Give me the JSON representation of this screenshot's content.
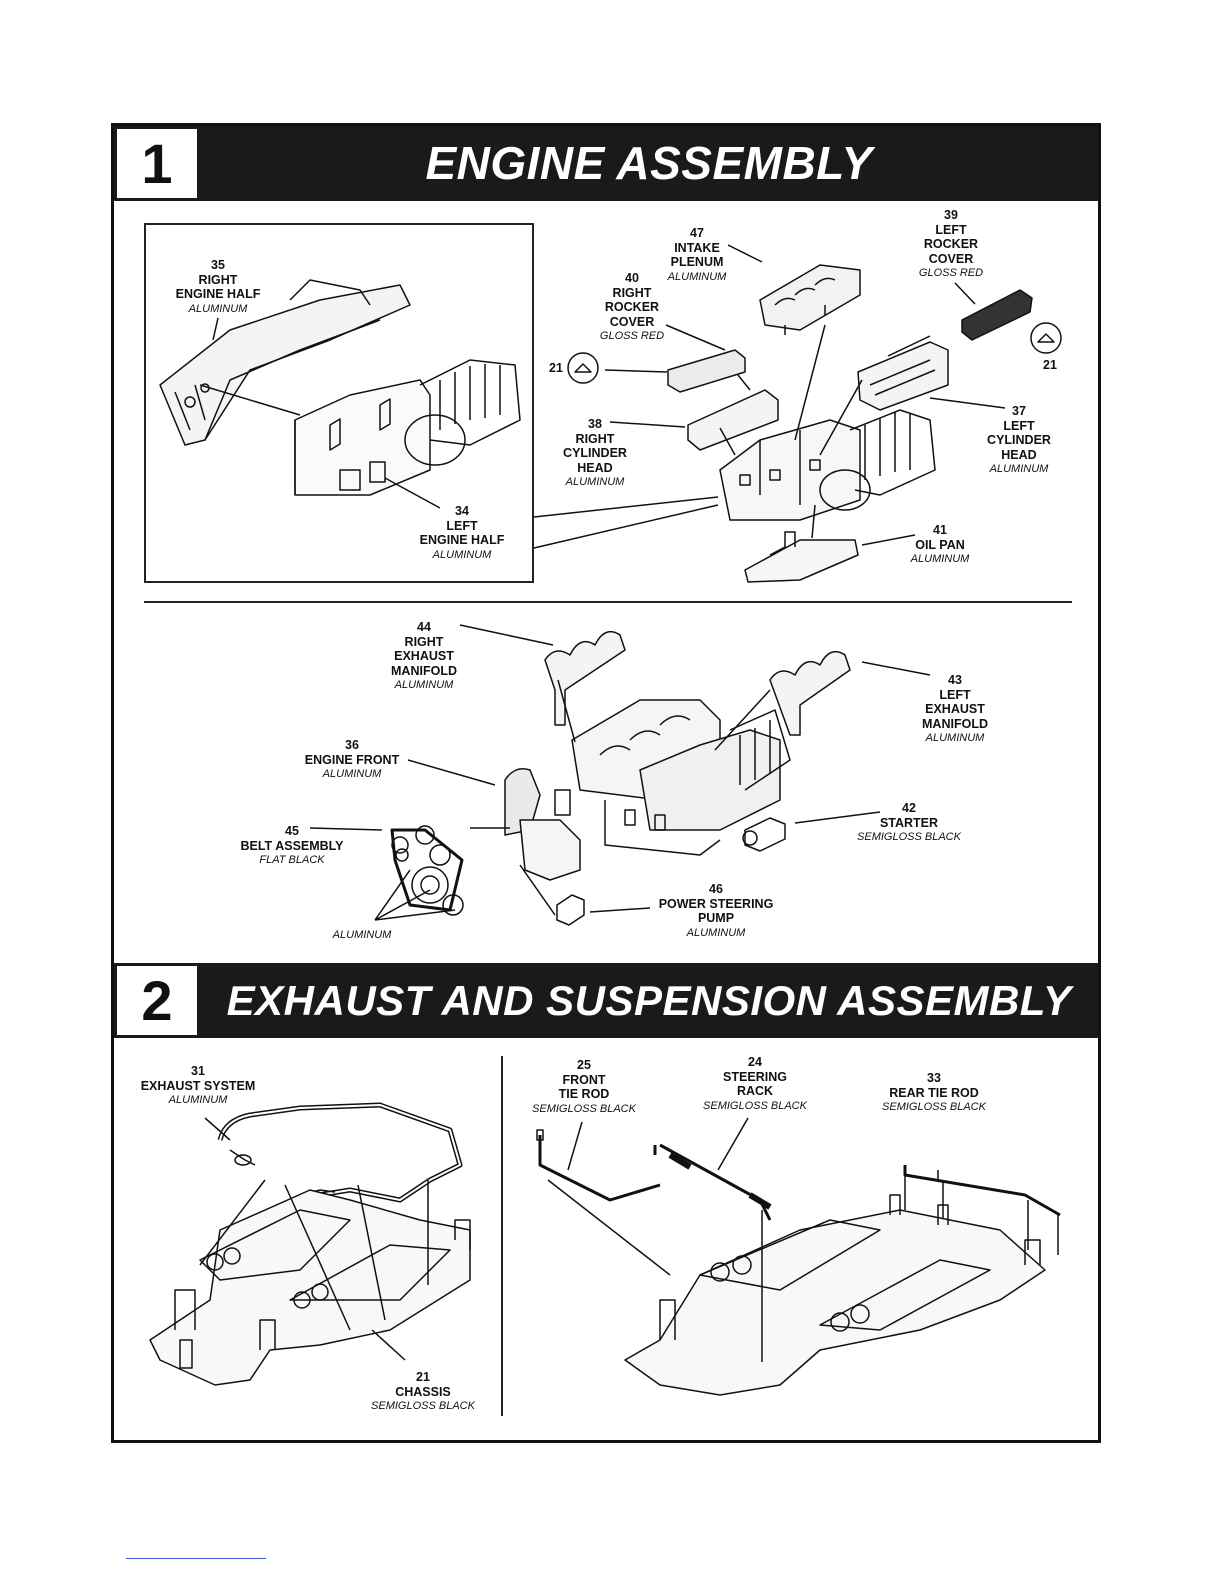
{
  "steps": [
    {
      "number": "1",
      "title": "ENGINE ASSEMBLY"
    },
    {
      "number": "2",
      "title": "EXHAUST AND SUSPENSION ASSEMBLY"
    }
  ],
  "parts": {
    "p35": {
      "num": "35",
      "name": [
        "RIGHT",
        "ENGINE HALF"
      ],
      "material": "ALUMINUM"
    },
    "p34": {
      "num": "34",
      "name": [
        "LEFT",
        "ENGINE HALF"
      ],
      "material": "ALUMINUM"
    },
    "p47": {
      "num": "47",
      "name": [
        "INTAKE",
        "PLENUM"
      ],
      "material": "ALUMINUM"
    },
    "p40": {
      "num": "40",
      "name": [
        "RIGHT",
        "ROCKER",
        "COVER"
      ],
      "material": "GLOSS RED"
    },
    "p39": {
      "num": "39",
      "name": [
        "LEFT",
        "ROCKER",
        "COVER"
      ],
      "material": "GLOSS RED"
    },
    "p21a": {
      "num": "21"
    },
    "p21b": {
      "num": "21"
    },
    "p38": {
      "num": "38",
      "name": [
        "RIGHT",
        "CYLINDER",
        "HEAD"
      ],
      "material": "ALUMINUM"
    },
    "p37": {
      "num": "37",
      "name": [
        "LEFT",
        "CYLINDER",
        "HEAD"
      ],
      "material": "ALUMINUM"
    },
    "p41": {
      "num": "41",
      "name": [
        "OIL PAN"
      ],
      "material": "ALUMINUM"
    },
    "p44": {
      "num": "44",
      "name": [
        "RIGHT",
        "EXHAUST",
        "MANIFOLD"
      ],
      "material": "ALUMINUM"
    },
    "p43": {
      "num": "43",
      "name": [
        "LEFT",
        "EXHAUST",
        "MANIFOLD"
      ],
      "material": "ALUMINUM"
    },
    "p36": {
      "num": "36",
      "name": [
        "ENGINE FRONT"
      ],
      "material": "ALUMINUM"
    },
    "p42": {
      "num": "42",
      "name": [
        "STARTER"
      ],
      "material": "SEMIGLOSS BLACK"
    },
    "p45": {
      "num": "45",
      "name": [
        "BELT ASSEMBLY"
      ],
      "material": "FLAT BLACK"
    },
    "p46": {
      "num": "46",
      "name": [
        "POWER STEERING",
        "PUMP"
      ],
      "material": "ALUMINUM"
    },
    "pulleys": {
      "material": "ALUMINUM"
    },
    "p31": {
      "num": "31",
      "name": [
        "EXHAUST SYSTEM"
      ],
      "material": "ALUMINUM"
    },
    "p21c": {
      "num": "21",
      "name": [
        "CHASSIS"
      ],
      "material": "SEMIGLOSS BLACK"
    },
    "p25": {
      "num": "25",
      "name": [
        "FRONT",
        "TIE ROD"
      ],
      "material": "SEMIGLOSS BLACK"
    },
    "p24": {
      "num": "24",
      "name": [
        "STEERING",
        "RACK"
      ],
      "material": "SEMIGLOSS BLACK"
    },
    "p33": {
      "num": "33",
      "name": [
        "REAR TIE ROD"
      ],
      "material": "SEMIGLOSS BLACK"
    }
  }
}
